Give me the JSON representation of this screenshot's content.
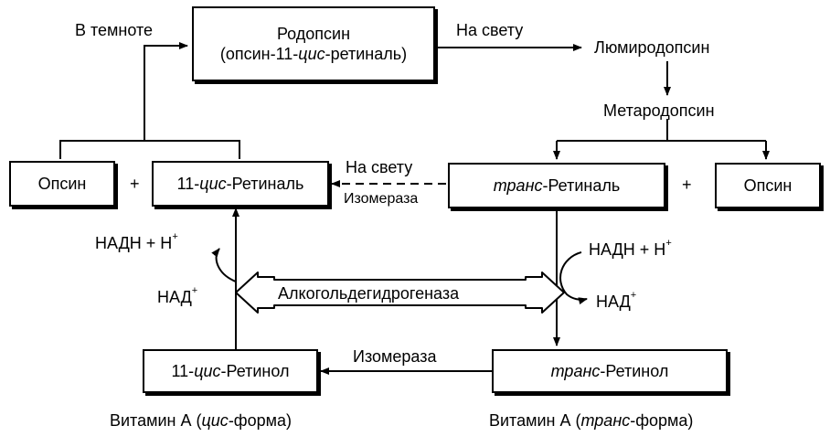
{
  "rhodopsin": {
    "name": "Родопсин",
    "formula_pre": "(опсин-11-",
    "formula_italic": "цис",
    "formula_post": "-ретиналь)"
  },
  "in_dark": "В темноте",
  "in_light_top": "На свету",
  "lumirhodopsin": "Люмиродопсин",
  "metarhodopsin": "Метародопсин",
  "opsin_left": "Опсин",
  "opsin_right": "Опсин",
  "plus_left": "+",
  "plus_right": "+",
  "cis_retinal": {
    "prefix": "11-",
    "italic": "цис",
    "suffix": "-Ретиналь"
  },
  "trans_retinal": {
    "italic": "транс",
    "suffix": "-Ретиналь"
  },
  "in_light_mid": "На свету",
  "isomerase_mid": "Изомераза",
  "nadh_left": {
    "text": "НАДН + Н",
    "sup": "+"
  },
  "nad_left": {
    "text": "НАД",
    "sup": "+"
  },
  "nadh_right": {
    "text": "НАДН + Н",
    "sup": "+"
  },
  "nad_right": {
    "text": "НАД",
    "sup": "+"
  },
  "enzyme": "Алкогольдегидрогеназа",
  "cis_retinol": {
    "prefix": "11-",
    "italic": "цис",
    "suffix": "-Ретинол"
  },
  "trans_retinol": {
    "italic": "транс",
    "suffix": "-Ретинол"
  },
  "isomerase_bottom": "Изомераза",
  "vit_a_cis": {
    "pre": "Витамин А (",
    "italic": "цис",
    "post": "-форма)"
  },
  "vit_a_trans": {
    "pre": "Витамин А (",
    "italic": "транс",
    "post": "-форма)"
  }
}
